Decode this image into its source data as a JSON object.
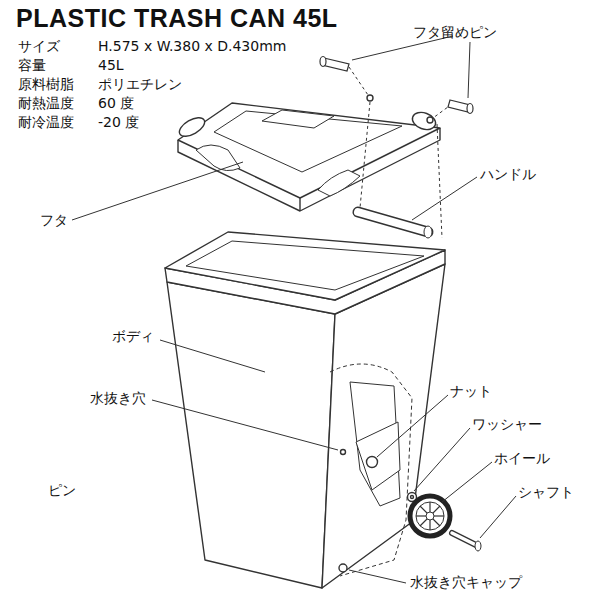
{
  "diagram": {
    "title": "PLASTIC TRASH CAN 45L",
    "labels": [
      "サイズ",
      "H.575 x W.380 x D.430mm",
      "容量",
      "45L",
      "原料樹脂",
      "ポリエチレン",
      "耐熱温度",
      "60 度",
      "耐冷温度",
      "-20 度",
      "フタ留めピン",
      "ハンドル",
      "フタ",
      "ボディ",
      "水抜き穴",
      "ナット",
      "ワッシャー",
      "ホイール",
      "シャフト",
      "ピン",
      "水抜き穴キャップ"
    ]
  }
}
